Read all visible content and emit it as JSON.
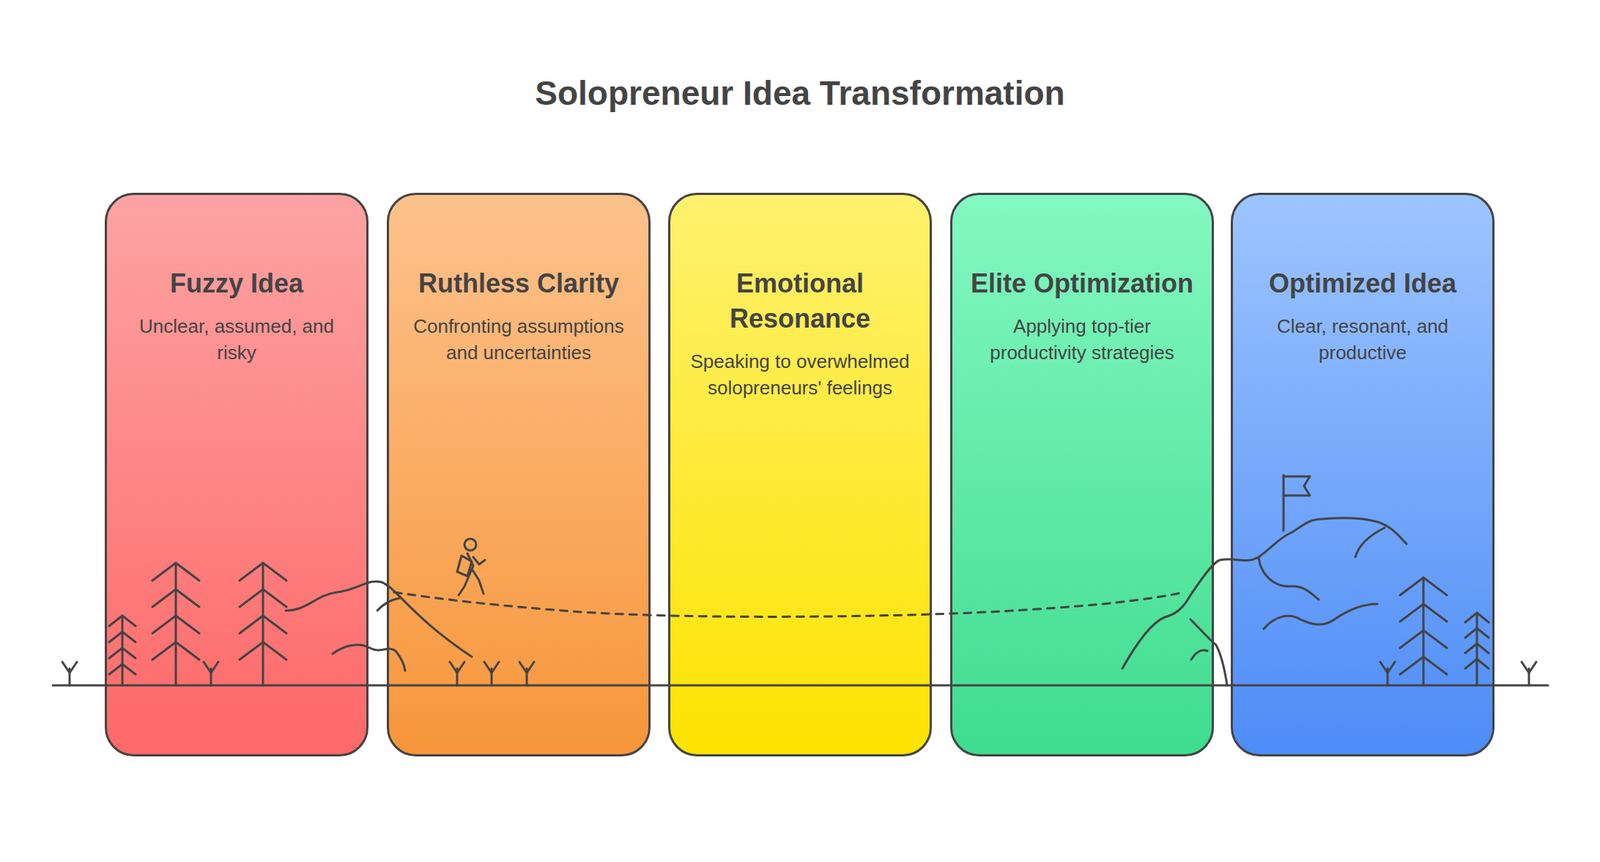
{
  "diagram": {
    "title": "Solopreneur Idea Transformation",
    "nodes": [
      {
        "text": [
          "Fuzzy Idea",
          "Unclear, assumed, and risky"
        ]
      },
      {
        "text": [
          "Ruthless Clarity",
          "Confronting assumptions and uncertainties"
        ]
      },
      {
        "text": [
          "Emotional Resonance",
          "Speaking to overwhelmed solopreneurs' feelings"
        ]
      },
      {
        "text": [
          "Elite Optimization",
          "Applying top-tier productivity strategies"
        ]
      },
      {
        "text": [
          "Optimized Idea",
          "Clear, resonant, and productive"
        ]
      }
    ]
  }
}
